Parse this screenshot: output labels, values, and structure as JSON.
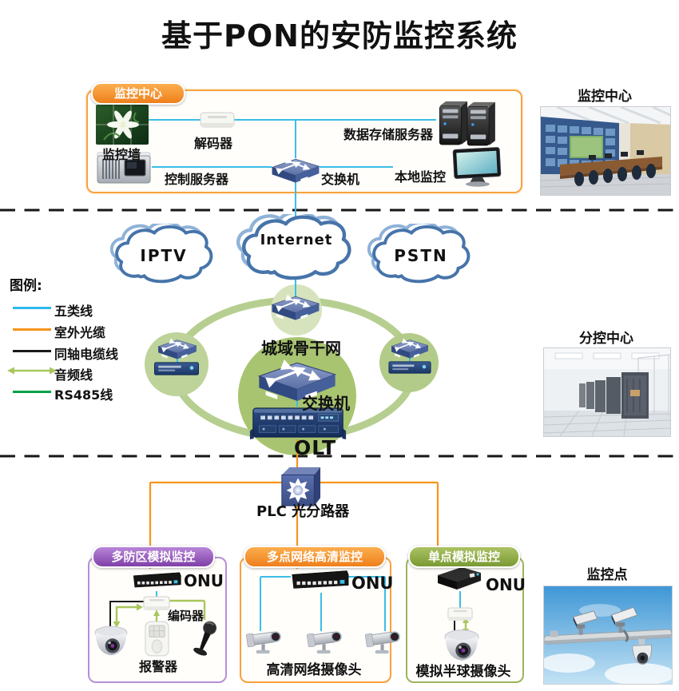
{
  "title": "基于PON的安防监控系统",
  "monitoring_center": {
    "tab": "监控中心",
    "monitor_wall": "监控墙",
    "decoder": "解码器",
    "storage_server": "数据存储服务器",
    "control_server": "控制服务器",
    "switch": "交换机",
    "local_monitor": "本地监控"
  },
  "photos": {
    "center": "监控中心",
    "branch": "分控中心",
    "point": "监控点"
  },
  "legend": {
    "title": "图例:",
    "items": [
      {
        "label": "五类线",
        "color": "#2fb9ea",
        "style": "solid"
      },
      {
        "label": "室外光缆",
        "color": "#f7941d",
        "style": "solid"
      },
      {
        "label": "同轴电缆线",
        "color": "#1a1a1a",
        "style": "solid"
      },
      {
        "label": "音频线",
        "color": "#a9c75e",
        "style": "double-arrow"
      },
      {
        "label": "RS485线",
        "color": "#00a14b",
        "style": "solid"
      }
    ]
  },
  "clouds": {
    "iptv": "IPTV",
    "internet": "Internet",
    "pstn": "PSTN"
  },
  "backbone": {
    "label": "城域骨干网",
    "switch": "交换机",
    "olt": "OLT"
  },
  "splitter": {
    "label": "PLC 光分路器"
  },
  "groups": {
    "left": {
      "tab": "多防区模拟监控",
      "accent": "#9a6fc0",
      "onu": "ONU",
      "encoder": "编码器",
      "alarm": "报警器"
    },
    "middle": {
      "tab": "多点网络高清监控",
      "accent": "#f7941d",
      "onu": "ONU",
      "cameras": "高清网络摄像头"
    },
    "right": {
      "tab": "单点模拟监控",
      "accent": "#8fae45",
      "onu": "ONU",
      "camera": "模拟半球摄像头"
    }
  }
}
